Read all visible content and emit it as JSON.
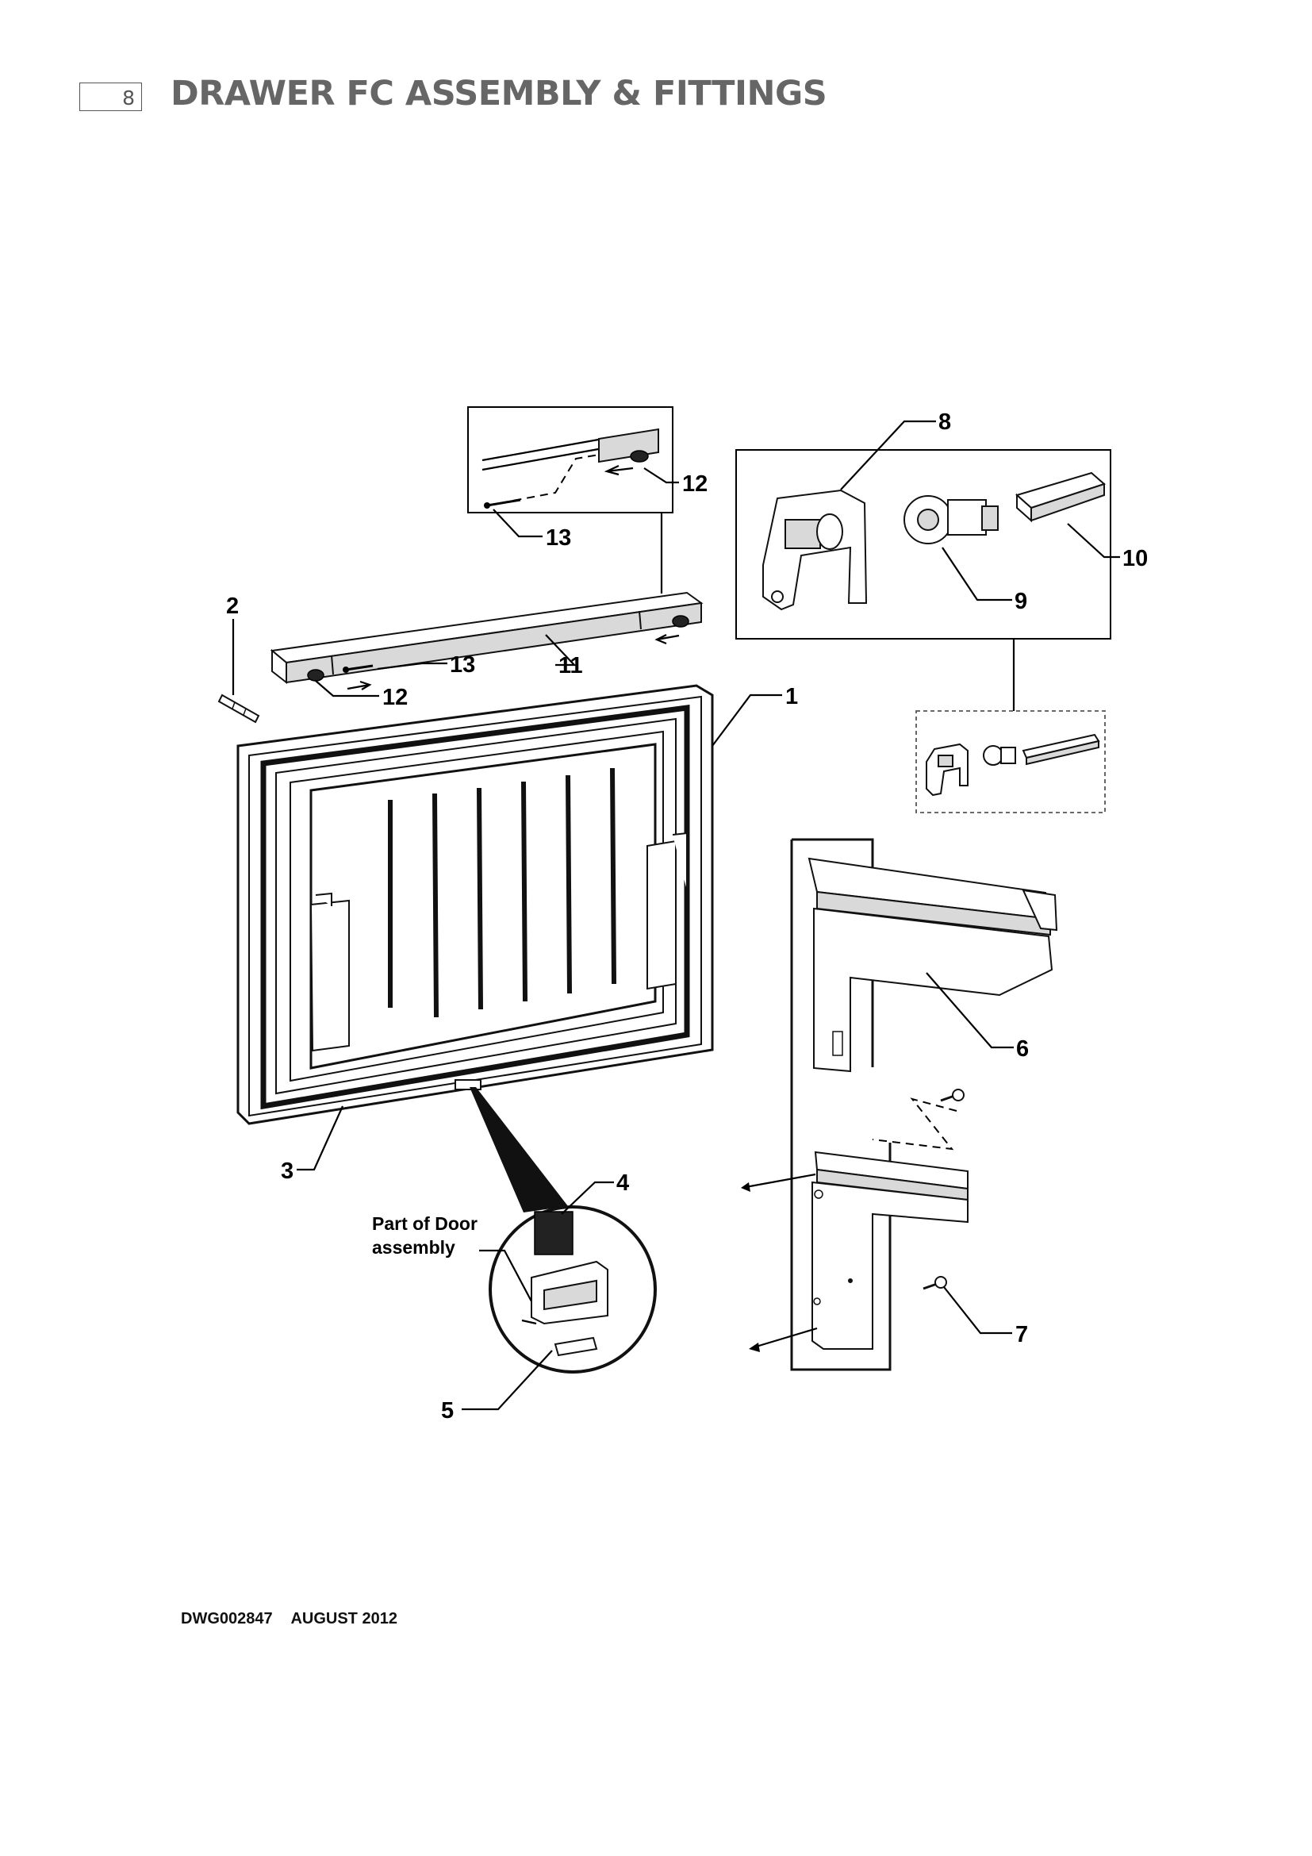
{
  "header": {
    "page_number": "8",
    "title": "DRAWER FC ASSEMBLY & FITTINGS"
  },
  "callouts": {
    "c1": "1",
    "c2": "2",
    "c3": "3",
    "c4": "4",
    "c5": "5",
    "c6": "6",
    "c7": "7",
    "c8": "8",
    "c9": "9",
    "c10": "10",
    "c11": "11",
    "c12a": "12",
    "c12b": "12",
    "c13a": "13",
    "c13b": "13"
  },
  "note": {
    "line1": "Part of Door",
    "line2": "assembly"
  },
  "footer": {
    "drawing_number": "DWG002847",
    "date": "AUGUST 2012"
  }
}
